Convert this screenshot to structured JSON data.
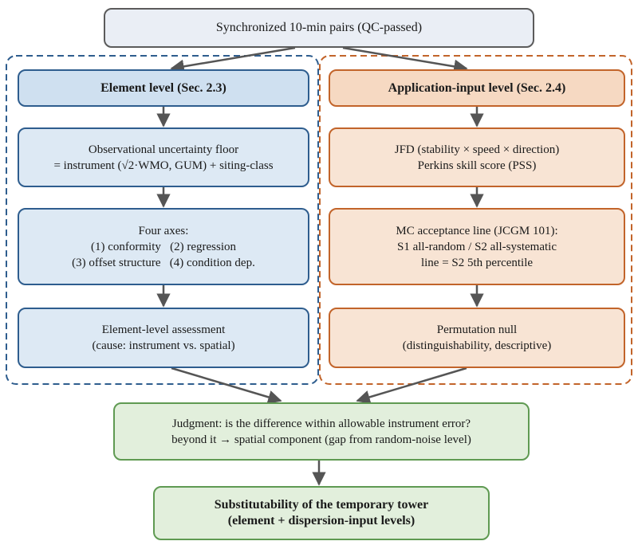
{
  "top": {
    "text": "Synchronized 10-min pairs (QC-passed)"
  },
  "left": {
    "header": "Element level (Sec. 2.3)",
    "step1": [
      "Observational uncertainty floor",
      "= instrument (√2·WMO, GUM) + siting-class"
    ],
    "step2": [
      "Four axes:",
      "(1) conformity   (2) regression",
      "(3) offset structure   (4) condition dep."
    ],
    "step3": [
      "Element-level assessment",
      "(cause: instrument vs. spatial)"
    ]
  },
  "right": {
    "header": "Application-input level (Sec. 2.4)",
    "step1": [
      "JFD (stability × speed × direction)",
      "Perkins skill score (PSS)"
    ],
    "step2": [
      "MC acceptance line (JCGM 101):",
      "S1 all-random / S2 all-systematic",
      "line = S2 5th percentile"
    ],
    "step3": [
      "Permutation null",
      "(distinguishability, descriptive)"
    ]
  },
  "judgment": [
    "Judgment: is the difference within allowable instrument error?",
    "beyond it → spatial component (gap from random-noise level)"
  ],
  "final": [
    "Substitutability of the temporary tower",
    "(element + dispersion-input levels)"
  ],
  "colors": {
    "left_dash": "#2e5d8e",
    "right_dash": "#c2642a",
    "arrow": "#555555"
  }
}
